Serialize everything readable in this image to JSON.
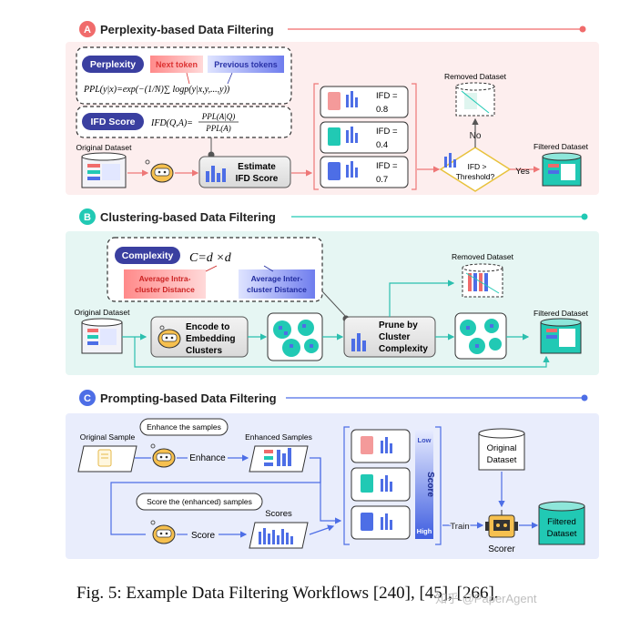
{
  "sectionA": {
    "letter": "A",
    "title": "Perplexity-based Data Filtering",
    "perplexity_label": "Perplexity",
    "next_token": "Next token",
    "previous_tokens": "Previous tokens",
    "ppl_formula": "PPL(y|x)=exp(−(1/N)∑ logp(y|x,y,...,y))",
    "ifd_label": "IFD Score",
    "ifd_formula_lhs": "IFD(Q,A)=",
    "ifd_numerator": "PPL(A|Q)",
    "ifd_denominator": "PPL(A)",
    "original_dataset": "Original Dataset",
    "estimate_line1": "Estimate",
    "estimate_line2": "IFD Score",
    "ifd_items": [
      {
        "label": "IFD =",
        "value": "0.8"
      },
      {
        "label": "IFD =",
        "value": "0.4"
      },
      {
        "label": "IFD =",
        "value": "0.7"
      }
    ],
    "removed_dataset": "Removed Dataset",
    "no": "No",
    "yes": "Yes",
    "threshold_line1": "IFD >",
    "threshold_line2": "Threshold?",
    "filtered_dataset": "Filtered Dataset"
  },
  "sectionB": {
    "letter": "B",
    "title": "Clustering-based Data Filtering",
    "complexity_label": "Complexity",
    "complexity_formula": "C=d ×d",
    "intra_label": "Average Intra-cluster Distance",
    "intra_line1": "Average Intra-",
    "intra_line2": "cluster Distance",
    "inter_line1": "Average Inter-",
    "inter_line2": "cluster Distance",
    "original_dataset": "Original Dataset",
    "encode_line1": "Encode to",
    "encode_line2": "Embedding",
    "encode_line3": "Clusters",
    "prune_line1": "Prune by",
    "prune_line2": "Cluster",
    "prune_line3": "Complexity",
    "removed_dataset": "Removed Dataset",
    "filtered_dataset": "Filtered Dataset"
  },
  "sectionC": {
    "letter": "C",
    "title": "Prompting-based Data Filtering",
    "original_sample": "Original Sample",
    "enhance_bubble": "Enhance the samples",
    "enhance": "Enhance",
    "enhanced_samples": "Enhanced Samples",
    "score_bubble": "Score the (enhanced) samples",
    "score": "Score",
    "scores": "Scores",
    "low": "Low",
    "high": "High",
    "score_bar": "Score",
    "original_dataset_line1": "Original",
    "original_dataset_line2": "Dataset",
    "train": "Train",
    "scorer": "Scorer",
    "filtered_line1": "Filtered",
    "filtered_line2": "Dataset"
  },
  "caption": "Fig. 5: Example Data Filtering Workflows [240], [45], [266].",
  "watermark": "知乎 @PaperAgent",
  "colors": {
    "a": "#f06b6b",
    "b": "#21c9b4",
    "c": "#4d6ee6",
    "navy": "#3a3fa0"
  }
}
